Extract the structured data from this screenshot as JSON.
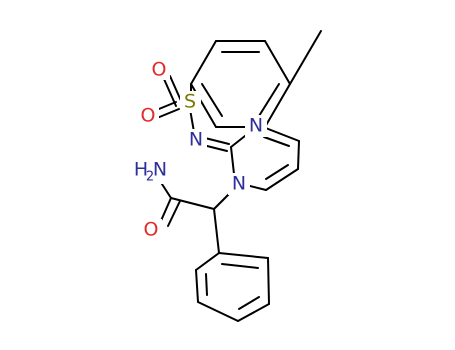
{
  "molecule": {
    "atoms": {
      "sulfur": "S",
      "oxygen_top": "O",
      "oxygen_bottom": "O",
      "imine_nitrogen": "N",
      "ring_nitrogen_top": "N",
      "ring_nitrogen_bottom": "N",
      "amide_nitrogen": "H",
      "amide_nitrogen_sub": "2",
      "amide_nitrogen_n": "N",
      "carbonyl_oxygen": "O"
    },
    "colors": {
      "bond": "#000000",
      "nitrogen": "#2f2f9a",
      "oxygen": "#e12b2b",
      "sulfur": "#7b7b00"
    }
  }
}
